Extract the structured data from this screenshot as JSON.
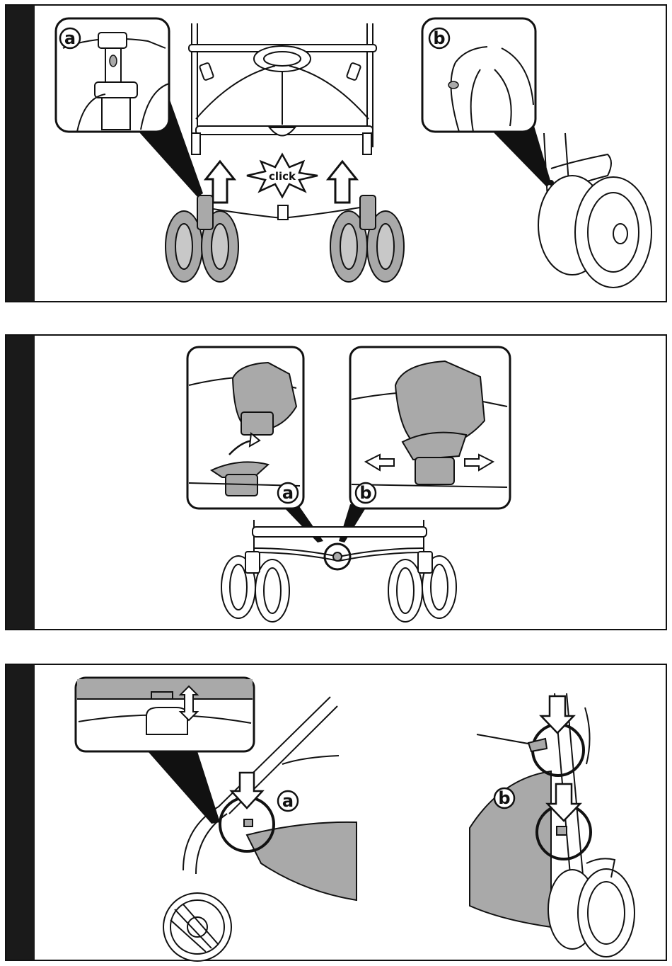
{
  "step1": {
    "callout_a": "a",
    "callout_b": "b",
    "click_text": "click"
  },
  "step2": {
    "callout_a": "a",
    "callout_b": "b"
  },
  "step3": {
    "callout_a": "a",
    "callout_b": "b"
  },
  "colors": {
    "step_bar": "#1a1a1a",
    "shade": "#a9a9a9",
    "line": "#111111"
  }
}
